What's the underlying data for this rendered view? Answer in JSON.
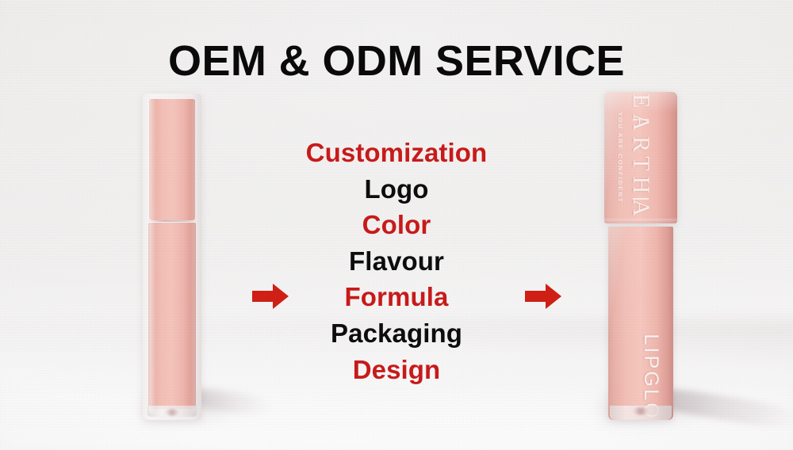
{
  "banner": {
    "title": "OEM & ODM SERVICE",
    "background_color": "#f2f1f0",
    "accent_red": "#cc1a1a",
    "text_black": "#0d0d0d"
  },
  "features": [
    {
      "label": "Customization",
      "color": "#cc1a1a"
    },
    {
      "label": "Logo",
      "color": "#0d0d0d"
    },
    {
      "label": "Color",
      "color": "#cc1a1a"
    },
    {
      "label": "Flavour",
      "color": "#0d0d0d"
    },
    {
      "label": "Formula",
      "color": "#cc1a1a"
    },
    {
      "label": "Packaging",
      "color": "#0d0d0d"
    },
    {
      "label": "Design",
      "color": "#cc1a1a"
    }
  ],
  "arrows": {
    "left_icon": "arrow-right-icon",
    "right_icon": "arrow-right-icon",
    "color": "#d32015"
  },
  "products": {
    "left": {
      "name": "blank-lipgloss-tube",
      "printed": false,
      "cap_color": "#f7c3ba",
      "body_color": "#f6c2b9"
    },
    "right": {
      "name": "printed-lipgloss-tube",
      "printed": true,
      "brand": "EARTHA",
      "tagline": "YOU ARE CONFIDENT",
      "body_label": "LIPGLOSS",
      "cap_color": "#f5c2b9",
      "body_color": "#f5c2b9"
    }
  }
}
